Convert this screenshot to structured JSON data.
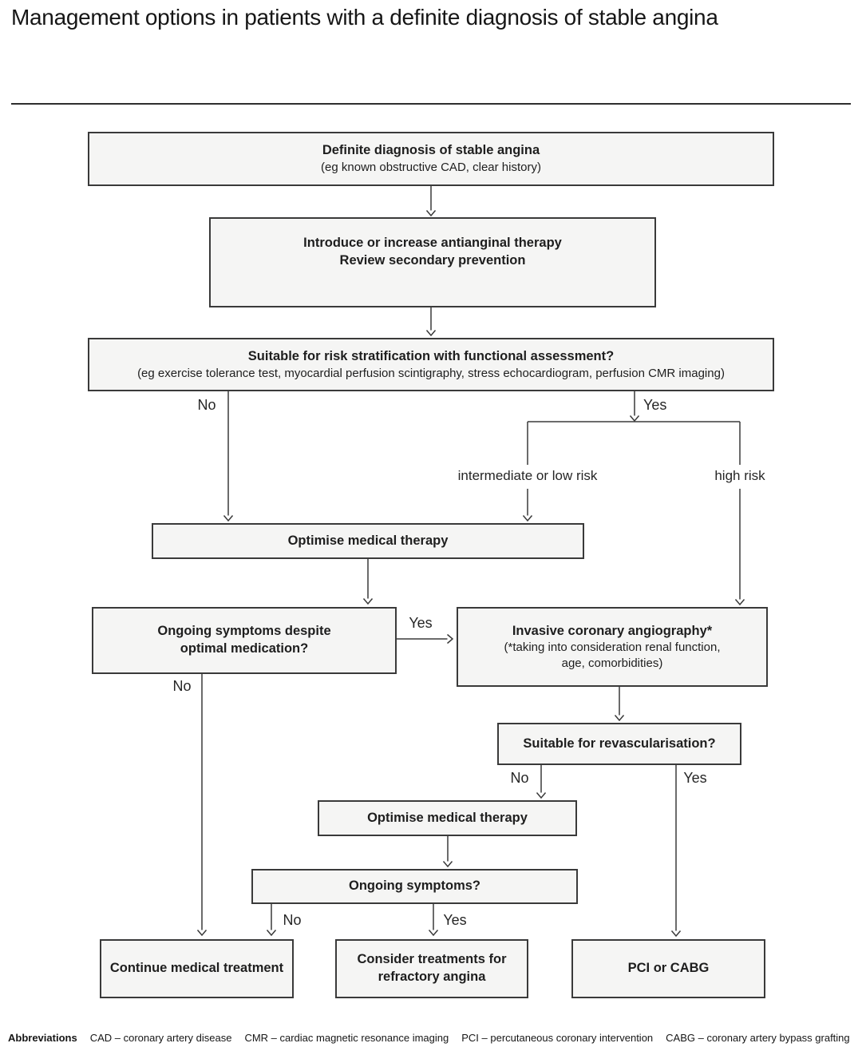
{
  "page": {
    "title": "Management options in patients with a definite diagnosis of stable angina"
  },
  "flowchart": {
    "nodes": {
      "definite_diagnosis": {
        "title": "Definite diagnosis of stable angina",
        "subtitle": "(eg known obstructive CAD, clear history)"
      },
      "introduce_therapy": {
        "line1": "Introduce or increase antianginal therapy",
        "line2": "Review secondary prevention"
      },
      "risk_stratification": {
        "title": "Suitable for risk stratification with functional assessment?",
        "subtitle": "(eg exercise tolerance test, myocardial perfusion scintigraphy, stress echocardiogram, perfusion CMR imaging)"
      },
      "optimise_medical_therapy_1": {
        "title": "Optimise medical therapy"
      },
      "ongoing_symptoms_despite": {
        "line1": "Ongoing symptoms despite",
        "line2": "optimal medication?"
      },
      "invasive_angiography": {
        "title": "Invasive coronary angiography*",
        "subtitle_line1": "(*taking into consideration renal function,",
        "subtitle_line2": "age, comorbidities)"
      },
      "suitable_revascularisation": {
        "title": "Suitable for revascularisation?"
      },
      "optimise_medical_therapy_2": {
        "title": "Optimise medical therapy"
      },
      "ongoing_symptoms": {
        "title": "Ongoing symptoms?"
      },
      "continue_treatment": {
        "title": "Continue medical treatment"
      },
      "refractory_angina": {
        "line1": "Consider treatments for",
        "line2": "refractory angina"
      },
      "pci_cabg": {
        "title": "PCI or CABG"
      }
    },
    "edge_labels": {
      "risk_strat_no": "No",
      "risk_strat_yes": "Yes",
      "intermediate_low_risk": "intermediate or low risk",
      "high_risk": "high risk",
      "ongoing_despite_yes": "Yes",
      "ongoing_despite_no": "No",
      "revascularisation_no": "No",
      "revascularisation_yes": "Yes",
      "ongoing_symptoms_no": "No",
      "ongoing_symptoms_yes": "Yes"
    }
  },
  "footer": {
    "heading": "Abbreviations",
    "abbreviations": [
      "CAD – coronary artery disease",
      "CMR – cardiac magnetic resonance imaging",
      "PCI – percutaneous coronary intervention",
      "CABG – coronary artery bypass grafting"
    ]
  },
  "colors": {
    "box_fill": "#f5f5f4",
    "box_border": "#3a3a3a",
    "connector_line": "#3a3a3a",
    "text": "#1e1e1e",
    "background": "#ffffff"
  }
}
